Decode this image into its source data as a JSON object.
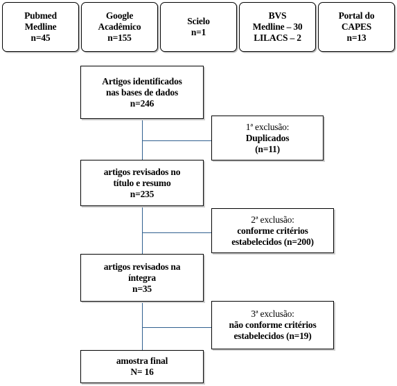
{
  "sources": [
    {
      "name": "Pubmed",
      "line2": "Medline",
      "count": "n=45"
    },
    {
      "name": "Google",
      "line2": "Acadêmico",
      "count": "n=155"
    },
    {
      "name": "Scielo",
      "count": "n=1"
    },
    {
      "name": "BVS",
      "line2": "Medline – 30",
      "line3": "LILACS – 2"
    },
    {
      "name": "Portal do",
      "line2": "CAPES",
      "count": "n=13"
    }
  ],
  "flow": {
    "identified": {
      "line1": "Artigos identificados",
      "line2": "nas bases de dados",
      "count": "n=246"
    },
    "screened": {
      "line1": "artigos revisados no",
      "line2": "título e resumo",
      "count": "n=235"
    },
    "fulltext": {
      "line1": "artigos revisados na",
      "line2": "íntegra",
      "count": "n=35"
    },
    "final": {
      "line1": "amostra final",
      "count": "N= 16"
    }
  },
  "exclusions": [
    {
      "title": "1ª exclusão:",
      "line2": "Duplicados",
      "line3": "(n=11)"
    },
    {
      "title": "2ª exclusão:",
      "line2": "conforme critérios",
      "line3": "estabelecidos (n=200)"
    },
    {
      "title": "3ª exclusão:",
      "line2": "não conforme critérios",
      "line3": "estabelecidos (n=19)"
    }
  ],
  "colors": {
    "connector": "#2f5f8f",
    "border": "#000000",
    "shadow": "#cfcfcf"
  }
}
